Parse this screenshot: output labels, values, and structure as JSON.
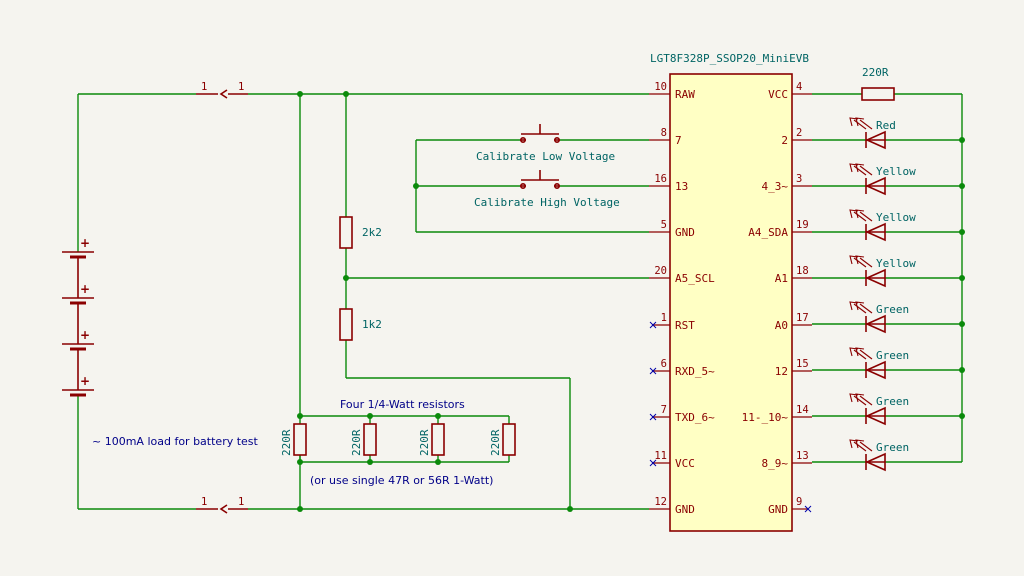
{
  "title": "LGT8F328P_SSOP20_MiniEVB",
  "mcu_left_pins": [
    {
      "num": "10",
      "name": "RAW"
    },
    {
      "num": "8",
      "name": "7"
    },
    {
      "num": "16",
      "name": "13"
    },
    {
      "num": "5",
      "name": "GND"
    },
    {
      "num": "20",
      "name": "A5_SCL"
    },
    {
      "num": "1",
      "name": "RST"
    },
    {
      "num": "6",
      "name": "RXD_5~"
    },
    {
      "num": "7",
      "name": "TXD_6~"
    },
    {
      "num": "11",
      "name": "VCC"
    },
    {
      "num": "12",
      "name": "GND"
    }
  ],
  "mcu_right_pins": [
    {
      "num": "4",
      "name": "VCC"
    },
    {
      "num": "2",
      "name": "2"
    },
    {
      "num": "3",
      "name": "4_3~"
    },
    {
      "num": "19",
      "name": "A4_SDA"
    },
    {
      "num": "18",
      "name": "A1"
    },
    {
      "num": "17",
      "name": "A0"
    },
    {
      "num": "15",
      "name": "12"
    },
    {
      "num": "14",
      "name": "11-_10~"
    },
    {
      "num": "13",
      "name": "8_9~"
    },
    {
      "num": "9",
      "name": "GND"
    }
  ],
  "leds": [
    "Red",
    "Yellow",
    "Yellow",
    "Yellow",
    "Green",
    "Green",
    "Green",
    "Green"
  ],
  "led_resistor": "220R",
  "switches": [
    "Calibrate Low Voltage",
    "Calibrate High Voltage"
  ],
  "divider": {
    "top": "2k2",
    "bottom": "1k2"
  },
  "load_resistors": [
    "220R",
    "220R",
    "220R",
    "220R"
  ],
  "load_title": "Four 1/4-Watt resistors",
  "load_note": "~ 100mA load for battery test",
  "load_alt": "(or use single 47R or 56R 1-Watt)",
  "connector_pins": {
    "top": [
      "1",
      "1"
    ],
    "bottom": [
      "1",
      "1"
    ]
  },
  "battery_plus": "+"
}
